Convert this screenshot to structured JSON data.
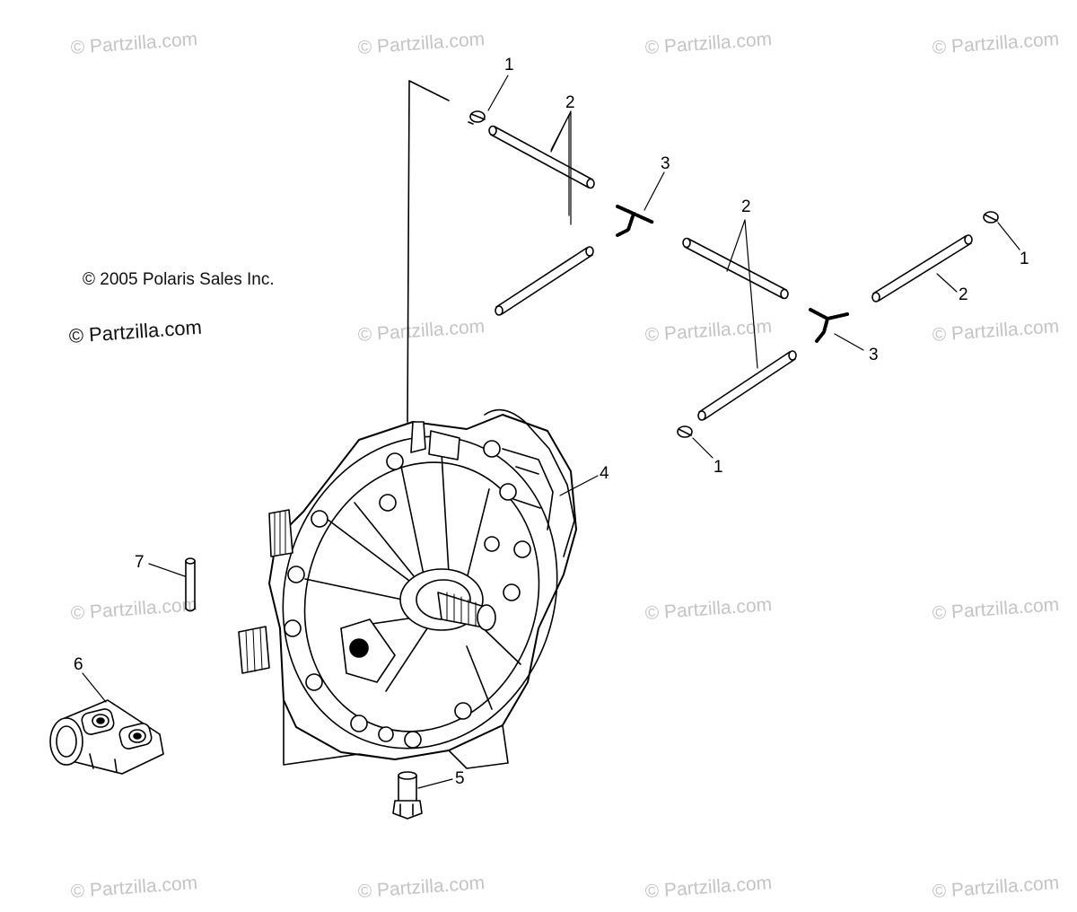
{
  "watermark": {
    "text": "© Partzilla.com"
  },
  "copyright": {
    "notice": "© 2005 Polaris Sales Inc.",
    "site": "© Partzilla.com"
  },
  "callouts": [
    "1",
    "2",
    "3",
    "1",
    "2",
    "2",
    "3",
    "1",
    "4",
    "7",
    "6",
    "5"
  ],
  "parts": [
    {
      "number": "1",
      "name": "clamp"
    },
    {
      "number": "2",
      "name": "vent-hose"
    },
    {
      "number": "3",
      "name": "tee-fitting"
    },
    {
      "number": "4",
      "name": "front-gearcase-assembly"
    },
    {
      "number": "5",
      "name": "bolt"
    },
    {
      "number": "6",
      "name": "coupler"
    },
    {
      "number": "7",
      "name": "pin"
    }
  ]
}
